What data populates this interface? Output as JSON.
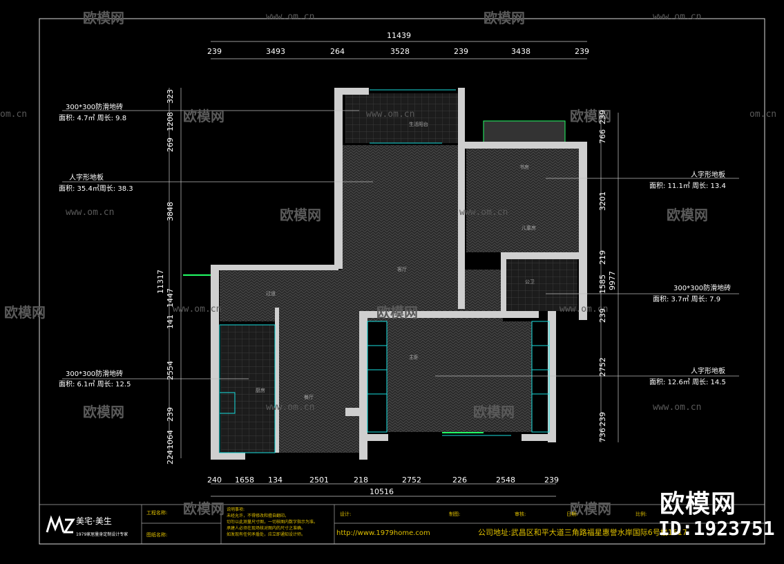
{
  "watermark": {
    "brand": "欧模网",
    "url": "www.om.cn",
    "url_short": "om.cn",
    "logo": "欧模网",
    "id": "ID:1923751"
  },
  "dims": {
    "top_total": "11439",
    "top_parts": [
      "239",
      "3493",
      "264",
      "3528",
      "239",
      "3438",
      "239"
    ],
    "bottom_total": "10516",
    "bottom_parts": [
      "240",
      "1658",
      "134",
      "2501",
      "218",
      "2752",
      "226",
      "2548",
      "239"
    ],
    "left_total": "11317",
    "left_parts": [
      "323",
      "1208",
      "269",
      "3848",
      "1447",
      "141",
      "2554",
      "239",
      "1064",
      "224"
    ],
    "right_total": "9977",
    "right_parts": [
      "766",
      "239",
      "3201",
      "219",
      "1585",
      "239",
      "2752",
      "239",
      "736"
    ]
  },
  "annotations": [
    {
      "title": "300*300防滑地砖",
      "detail": "面积: 4.7㎡ 周长: 9.8"
    },
    {
      "title": "人字形地板",
      "detail": "面积: 35.4㎡周长: 38.3"
    },
    {
      "title": "300*300防滑地砖",
      "detail": "面积: 6.1㎡ 周长: 12.5"
    },
    {
      "title": "人字形地板",
      "detail": "面积: 11.1㎡ 周长: 13.4"
    },
    {
      "title": "300*300防滑地砖",
      "detail": "面积: 3.7㎡ 周长: 7.9"
    },
    {
      "title": "人字形地板",
      "detail": "面积: 12.6㎡ 周长: 14.5"
    }
  ],
  "rooms": {
    "balcony": "生活阳台",
    "study": "书房",
    "bedroom2": "儿童房",
    "living": "客厅",
    "bath": "公卫",
    "corridor": "过道",
    "master": "主卧",
    "kitchen": "厨房",
    "dining": "餐厅"
  },
  "title_block": {
    "brand_cn": "美宅·美生",
    "brand_sub": "1979家居量身定制设计专家",
    "project_label": "工程名称:",
    "drawing_label": "图纸名称:",
    "notes": [
      "说明事项:",
      "未经允许，不得修改和擅自翻印。",
      "切勿以此测量尺寸图，一切核图内数字指示为准。",
      "承建人必须在现场核对图内的尺寸之准确。",
      "如发现有任何矛盾处，应立即通知设计师。"
    ],
    "design_label": "设计:",
    "draw_label": "制图:",
    "check_label": "审核:",
    "date_label": "日期:",
    "scale_label": "比例:",
    "website": "http://www.1979home.com",
    "address": "公司地址:武昌区和平大道三角路福星惠誉水岸国际6号楼1617"
  }
}
